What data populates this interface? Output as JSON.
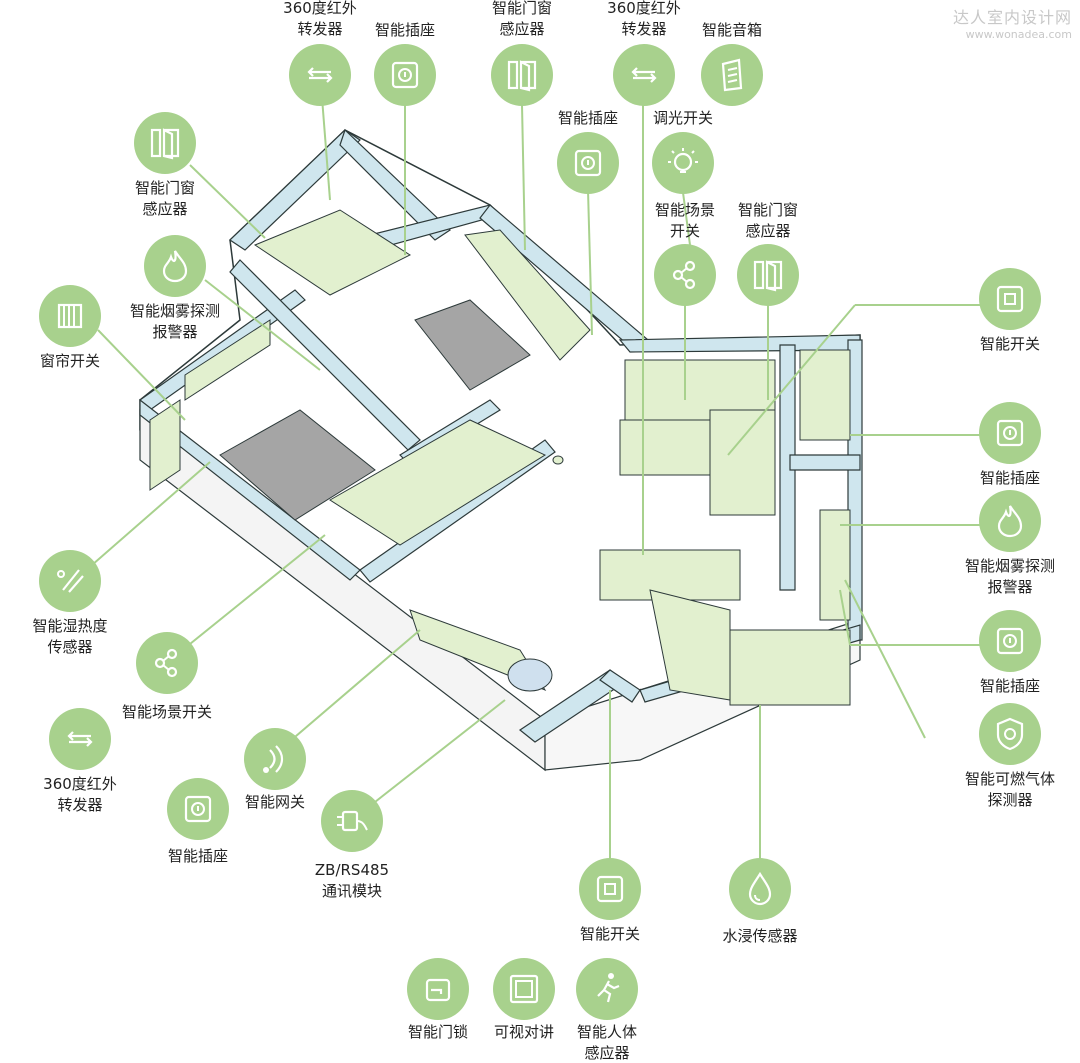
{
  "watermark": {
    "title": "达人室内设计网",
    "url": "www.wonadea.com"
  },
  "colors": {
    "accent": "#a8d18d",
    "wall": "#cfe6ee",
    "wallEdge": "#2d3a3a",
    "furniture": "#e2f0cf",
    "floorGrey": "#a5a5a5"
  },
  "devices": [
    {
      "id": "ir-top-left",
      "label": "360度红外\n转发器",
      "icon": "ir-transmitter-icon"
    },
    {
      "id": "socket-top-1",
      "label": "智能插座",
      "icon": "socket-icon"
    },
    {
      "id": "door-sensor-top",
      "label": "智能门窗\n感应器",
      "icon": "door-window-sensor-icon"
    },
    {
      "id": "ir-top-right",
      "label": "360度红外\n转发器",
      "icon": "ir-transmitter-icon"
    },
    {
      "id": "speaker-top",
      "label": "智能音箱",
      "icon": "speaker-icon"
    },
    {
      "id": "socket-top-2",
      "label": "智能插座",
      "icon": "socket-icon"
    },
    {
      "id": "dimmer-top",
      "label": "调光开关",
      "icon": "dimmer-bulb-icon"
    },
    {
      "id": "door-sensor-left",
      "label": "智能门窗\n感应器",
      "icon": "door-window-sensor-icon"
    },
    {
      "id": "scene-switch-mid",
      "label": "智能场景\n开关",
      "icon": "scene-switch-icon"
    },
    {
      "id": "door-sensor-mid",
      "label": "智能门窗\n感应器",
      "icon": "door-window-sensor-icon"
    },
    {
      "id": "smoke-left",
      "label": "智能烟雾探测\n报警器",
      "icon": "flame-icon"
    },
    {
      "id": "curtain-switch",
      "label": "窗帘开关",
      "icon": "curtain-icon"
    },
    {
      "id": "switch-right-1",
      "label": "智能开关",
      "icon": "switch-icon"
    },
    {
      "id": "socket-right-1",
      "label": "智能插座",
      "icon": "socket-icon"
    },
    {
      "id": "smoke-right",
      "label": "智能烟雾探测\n报警器",
      "icon": "flame-icon"
    },
    {
      "id": "socket-right-2",
      "label": "智能插座",
      "icon": "socket-icon"
    },
    {
      "id": "gas-detector",
      "label": "智能可燃气体\n探测器",
      "icon": "gas-shield-icon"
    },
    {
      "id": "humidity-sensor",
      "label": "智能湿热度\n传感器",
      "icon": "humidity-icon"
    },
    {
      "id": "scene-switch-left",
      "label": "智能场景开关",
      "icon": "scene-switch-icon"
    },
    {
      "id": "ir-left",
      "label": "360度红外\n转发器",
      "icon": "ir-transmitter-icon"
    },
    {
      "id": "gateway",
      "label": "智能网关",
      "icon": "gateway-icon"
    },
    {
      "id": "socket-left",
      "label": "智能插座",
      "icon": "socket-icon"
    },
    {
      "id": "zb-module",
      "label": "ZB/RS485\n通讯模块",
      "icon": "plug-module-icon"
    },
    {
      "id": "switch-bottom",
      "label": "智能开关",
      "icon": "switch-icon"
    },
    {
      "id": "water-sensor",
      "label": "水浸传感器",
      "icon": "water-drop-icon"
    },
    {
      "id": "door-lock",
      "label": "智能门锁",
      "icon": "door-lock-icon"
    },
    {
      "id": "intercom",
      "label": "可视对讲",
      "icon": "intercom-icon"
    },
    {
      "id": "motion-sensor",
      "label": "智能人体\n感应器",
      "icon": "motion-sensor-icon"
    }
  ]
}
